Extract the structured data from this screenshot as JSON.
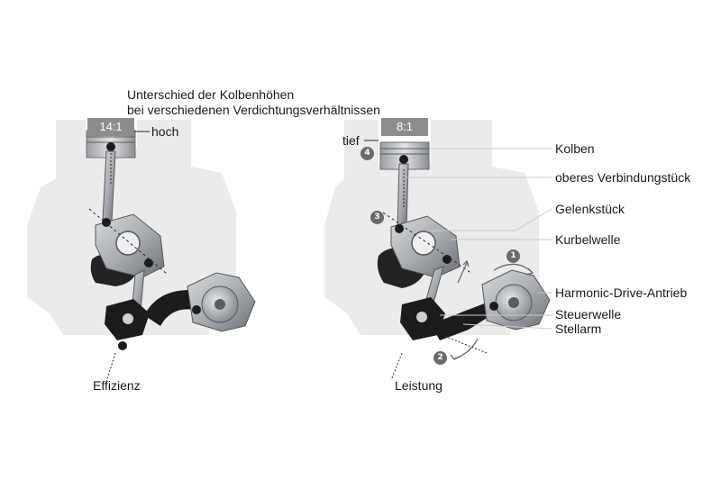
{
  "title": {
    "line1": "Unterschied der Kolbenhöhen",
    "line2": "bei verschiedenen Verdichtungsverhältnissen"
  },
  "left": {
    "ratio": "14:1",
    "height_label": "hoch",
    "mode_label": "Effizienz"
  },
  "right": {
    "ratio": "8:1",
    "height_label": "tief",
    "mode_label": "Leistung",
    "badges": [
      "1",
      "2",
      "3",
      "4"
    ]
  },
  "components": {
    "kolben": "Kolben",
    "verbindung": "oberes Verbindungstück",
    "gelenk": "Gelenkstück",
    "kurbelwelle": "Kurbelwelle",
    "harmonic": "Harmonic-Drive-Antrieb",
    "steuerwelle": "Steuerwelle",
    "stellarm": "Stellarm"
  },
  "colors": {
    "block_ghost": "#ebebeb",
    "metal_light": "#b9bcbf",
    "metal_dark": "#55585c",
    "part_black": "#1c1c1c",
    "label_box": "#8c8c8c",
    "badge": "#6a6a6a"
  }
}
